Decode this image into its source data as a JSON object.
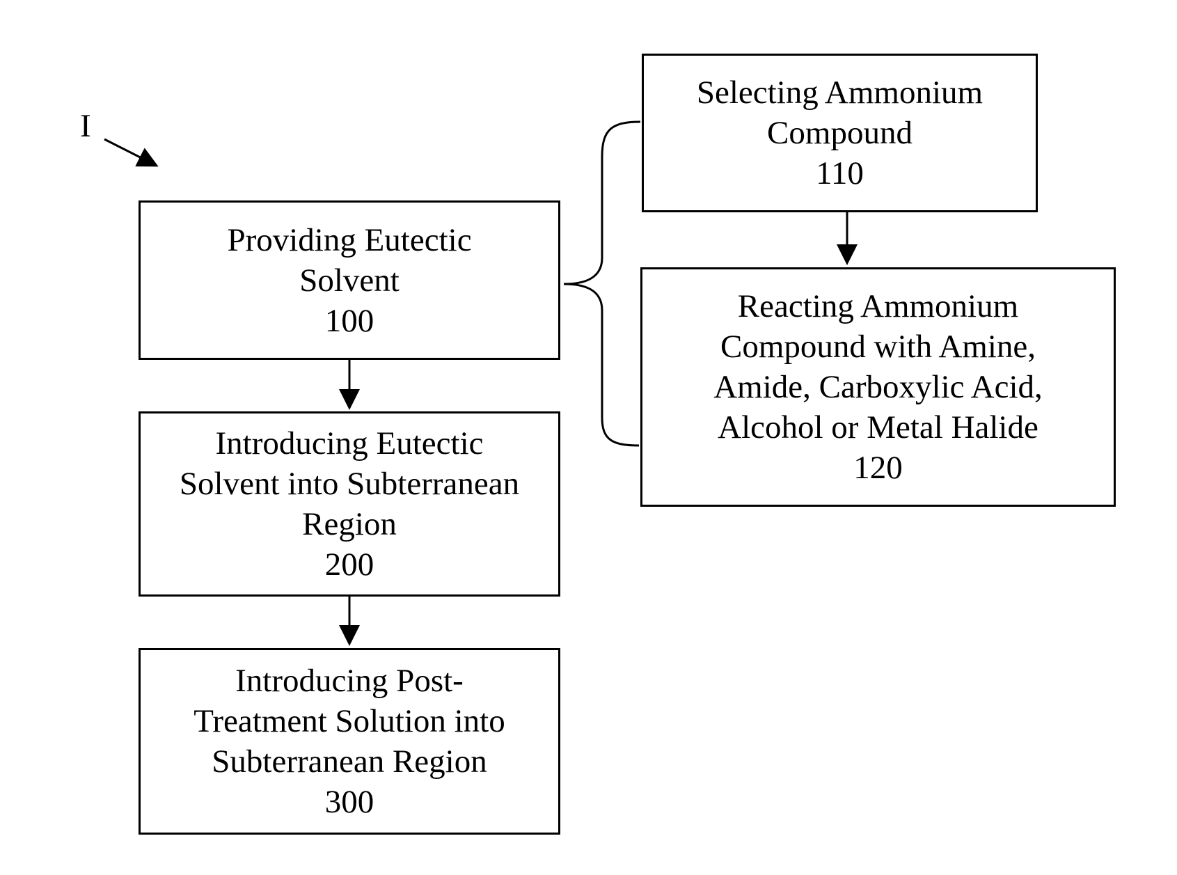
{
  "figure_label": "I",
  "boxes": {
    "b100": {
      "lines": [
        "Providing Eutectic",
        "Solvent"
      ],
      "number": "100"
    },
    "b110": {
      "lines": [
        "Selecting Ammonium",
        "Compound"
      ],
      "number": "110"
    },
    "b120": {
      "lines": [
        "Reacting Ammonium",
        "Compound with Amine,",
        "Amide, Carboxylic Acid,",
        "Alcohol or Metal Halide"
      ],
      "number": "120"
    },
    "b200": {
      "lines": [
        "Introducing Eutectic",
        "Solvent into Subterranean",
        "Region"
      ],
      "number": "200"
    },
    "b300": {
      "lines": [
        "Introducing Post-",
        "Treatment Solution into",
        "Subterranean Region"
      ],
      "number": "300"
    }
  },
  "connections": [
    {
      "from": "100",
      "to": "200",
      "kind": "arrow"
    },
    {
      "from": "200",
      "to": "300",
      "kind": "arrow"
    },
    {
      "from": "110",
      "to": "120",
      "kind": "arrow"
    },
    {
      "from": "100",
      "to": [
        "110",
        "120"
      ],
      "kind": "brace"
    }
  ],
  "colors": {
    "line": "#000000",
    "background": "#ffffff"
  }
}
